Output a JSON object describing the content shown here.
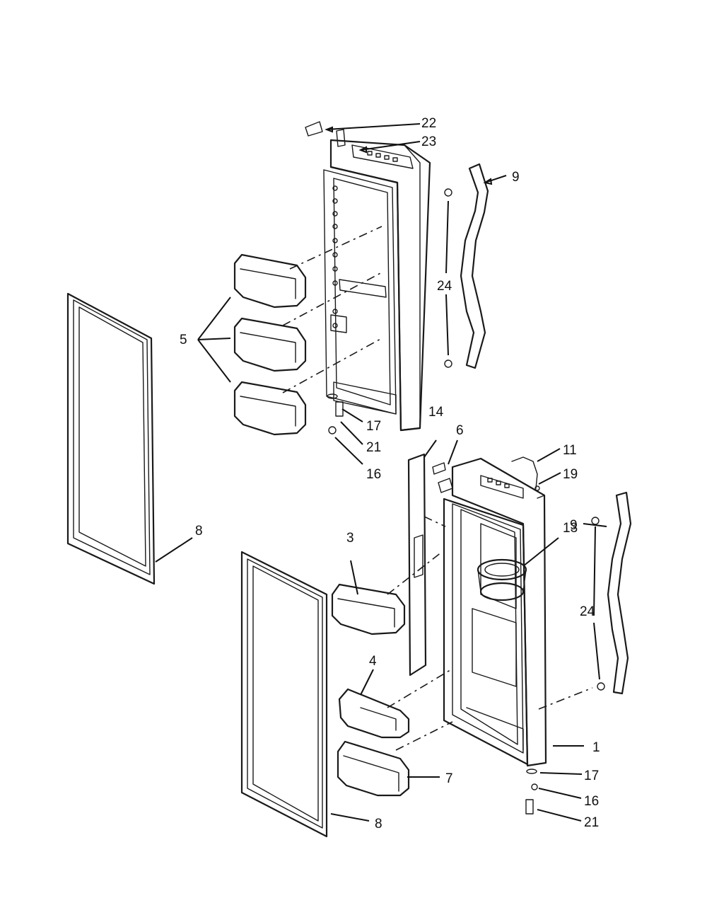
{
  "callouts": [
    {
      "id": "c22a",
      "label": "22"
    },
    {
      "id": "c23a",
      "label": "23"
    },
    {
      "id": "c9a",
      "label": "9"
    },
    {
      "id": "c24a",
      "label": "24"
    },
    {
      "id": "c5a",
      "label": "5"
    },
    {
      "id": "c17a",
      "label": "17"
    },
    {
      "id": "c21a",
      "label": "21"
    },
    {
      "id": "c16a",
      "label": "16"
    },
    {
      "id": "c14a",
      "label": "14"
    },
    {
      "id": "c6a",
      "label": "6"
    },
    {
      "id": "c11a",
      "label": "11"
    },
    {
      "id": "c19a",
      "label": "19"
    },
    {
      "id": "c9b",
      "label": "9"
    },
    {
      "id": "c8a",
      "label": "8"
    },
    {
      "id": "c13a",
      "label": "13"
    },
    {
      "id": "c3a",
      "label": "3"
    },
    {
      "id": "c24b",
      "label": "24"
    },
    {
      "id": "c4a",
      "label": "4"
    },
    {
      "id": "c1a",
      "label": "1"
    },
    {
      "id": "c17b",
      "label": "17"
    },
    {
      "id": "c7a",
      "label": "7"
    },
    {
      "id": "c16b",
      "label": "16"
    },
    {
      "id": "c21b",
      "label": "21"
    },
    {
      "id": "c8b",
      "label": "8"
    }
  ]
}
